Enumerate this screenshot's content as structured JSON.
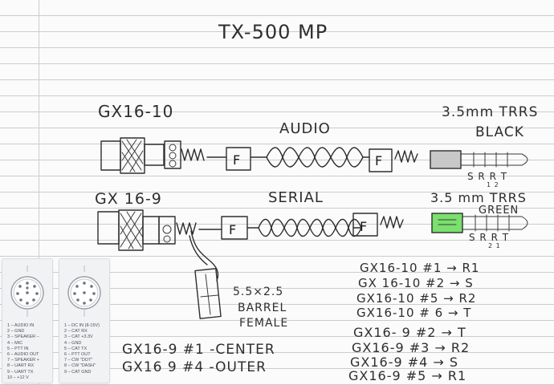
{
  "title": "TX-500 MP",
  "colors": {
    "ink": "#2e2e2e",
    "green_marker": "#7be06d",
    "gray_plug": "#c8c8c8"
  },
  "gx16_10": {
    "label": "GX16-10"
  },
  "gx16_9": {
    "label": "GX 16-9"
  },
  "audio": {
    "label": "AUDIO"
  },
  "serial": {
    "label": "SERIAL"
  },
  "trrs_black": {
    "line1": "3.5mm TRRS",
    "line2": "BLACK",
    "pins": "S  R  R  T",
    "pin_sub": "1  2"
  },
  "trrs_green": {
    "line1": "3.5 mm TRRS",
    "line2": "GREEN",
    "pins": "S  R  R  T",
    "pin_sub": "2  1"
  },
  "ferrite": {
    "glyph": "F"
  },
  "barrel": {
    "line1": "5.5×2.5",
    "line2": "BARREL",
    "line3": "FEMALE"
  },
  "power_notes": [
    {
      "text": "GX16-9  #1 -CENTER"
    },
    {
      "text": "GX16 9  #4 -OUTER"
    }
  ],
  "mapping_10": [
    {
      "text": "GX16-10 #1 → R1"
    },
    {
      "text": "GX 16-10 #2 → S"
    },
    {
      "text": "GX16-10 #5 → R2"
    },
    {
      "text": "GX16-10 # 6 → T"
    }
  ],
  "mapping_9": [
    {
      "text": "GX16- 9  #2 → T"
    },
    {
      "text": "GX16-9  #3 → R2"
    },
    {
      "text": "GX16-9  #4 → S"
    },
    {
      "text": "GX16-9  #5 → R1"
    }
  ],
  "pinout_left": [
    "1 – AUDIO IN",
    "2 – GND",
    "3 – SPEAKER –",
    "4 – MIC",
    "5 – PTT IN",
    "6 – AUDIO OUT",
    "7 – SPEAKER +",
    "8 – UART RX",
    "9 – UART TX",
    "10 – +12 V"
  ],
  "pinout_right": [
    "1 – DC IN (8-15V)",
    "2 – CAT RX",
    "3 – CAT +3.3V",
    "4 – GND",
    "5 – CAT TX",
    "6 – PTT OUT",
    "7 – CW \"DOT\"",
    "8 – CW \"DASH\"",
    "9 – CAT GND"
  ]
}
